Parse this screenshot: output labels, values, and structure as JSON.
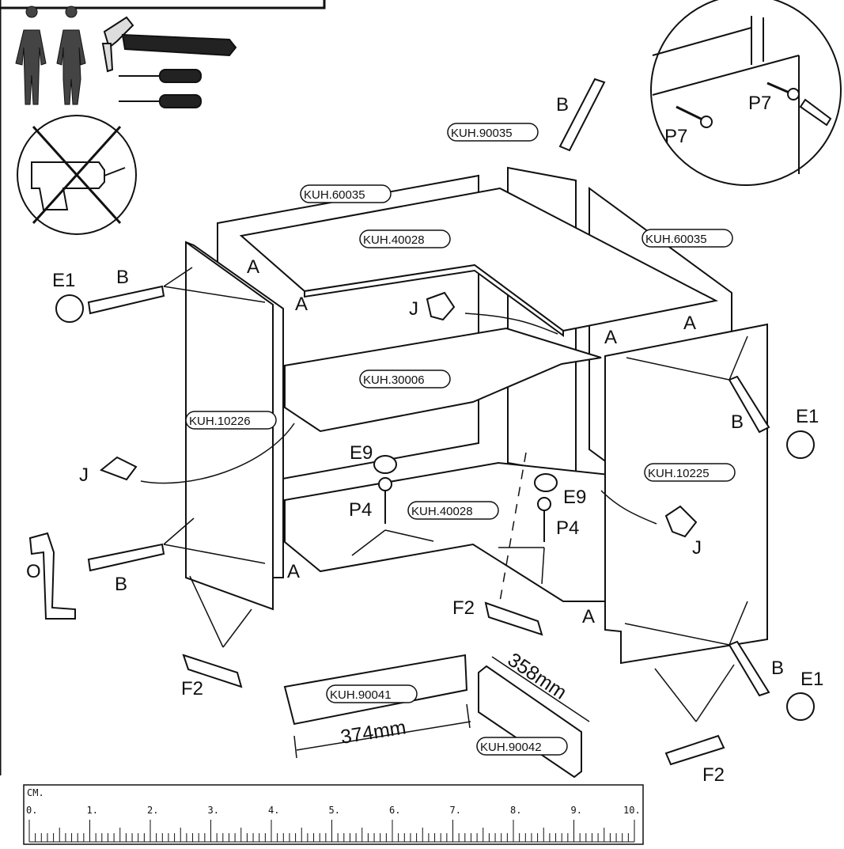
{
  "parts": {
    "kuh_90035": "KUH.90035",
    "kuh_60035_back": "KUH.60035",
    "kuh_60035_side": "KUH.60035",
    "kuh_40028_top": "KUH.40028",
    "kuh_30006": "KUH.30006",
    "kuh_40028_bottom": "KUH.40028",
    "kuh_10226": "KUH.10226",
    "kuh_10225": "KUH.10225",
    "kuh_90041": "KUH.90041",
    "kuh_90042": "KUH.90042"
  },
  "hardware": {
    "b": "B",
    "e1": "E1",
    "j": "J",
    "o": "O",
    "a": "A",
    "f2": "F2",
    "e9": "E9",
    "p4": "P4",
    "p7": "P7"
  },
  "dimensions": {
    "plinth_front": "374mm",
    "plinth_side": "358mm"
  },
  "ruler": {
    "unit": "CM.",
    "numbers": [
      "0.",
      "1.",
      "2.",
      "3.",
      "4.",
      "5.",
      "6.",
      "7.",
      "8.",
      "9.",
      "10."
    ]
  },
  "icons": [
    "two-persons-icon",
    "hammer-icon",
    "screwdriver-icon",
    "no-power-drill-icon",
    "screw-detail-icon"
  ]
}
